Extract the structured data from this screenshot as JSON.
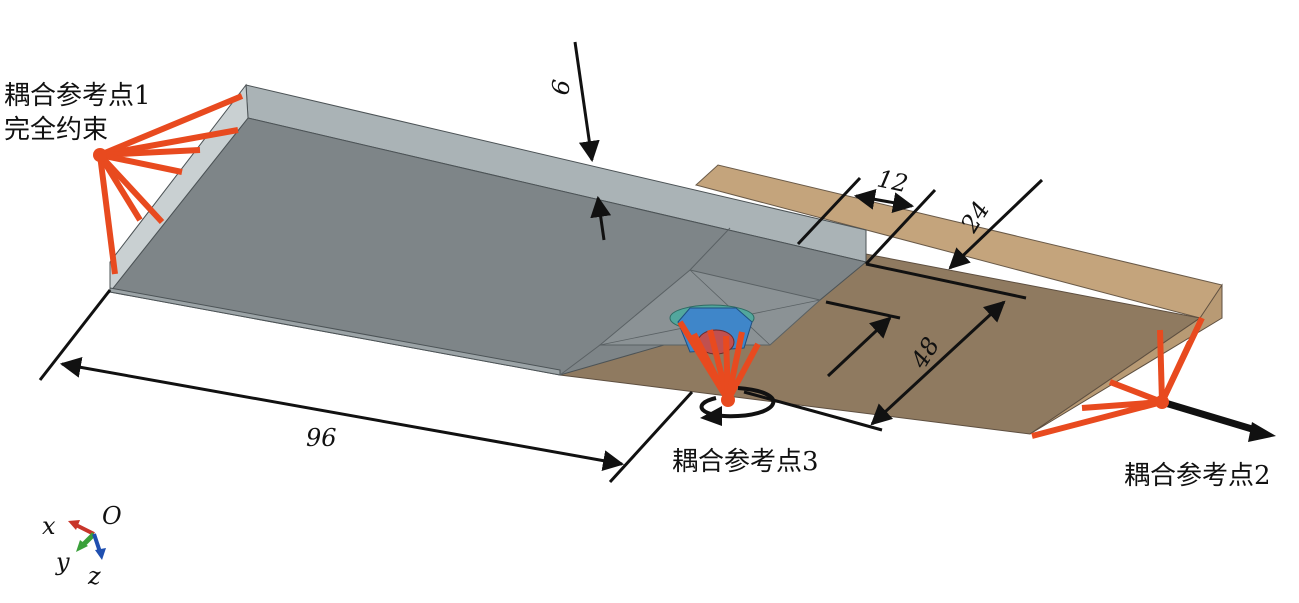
{
  "labels": {
    "ref1_line1": "耦合参考点1",
    "ref1_line2": "完全约束",
    "ref2": "耦合参考点2",
    "ref3": "耦合参考点3"
  },
  "dimensions": {
    "thickness": "6",
    "length": "96",
    "d12": "12",
    "d24": "24",
    "d48": "48"
  },
  "axes": {
    "x": "x",
    "y": "y",
    "z": "z",
    "origin": "O"
  },
  "colors": {
    "plate_top": "#7e8588",
    "plate_side": "#a7b0b2",
    "plate_edge": "#c9d0d2",
    "plate2_top": "#8f7a60",
    "plate2_side": "#b89a74",
    "coupling": "#e84a1f",
    "nut": "#3f86c9",
    "washer": "#52a79d"
  }
}
